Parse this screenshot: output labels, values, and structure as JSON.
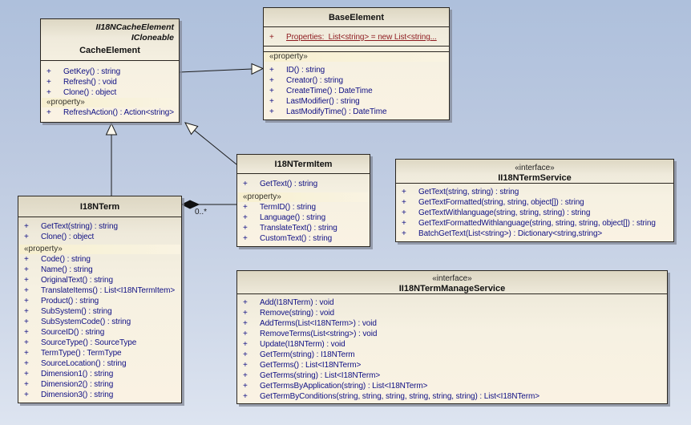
{
  "labels": {
    "interface_stereotype": "«interface»",
    "property_stereotype": "«property»",
    "public_marker": "+",
    "multiplicity": "0..*"
  },
  "colors": {
    "background_top": "#aec0dc",
    "background_bottom": "#dde4f0",
    "box_fill_top": "#ddd7c3",
    "box_fill_bottom": "#faf2e3",
    "property_band": "#f7efcf",
    "member_text": "#101084",
    "static_member_text": "#8e1a1f",
    "box_border": "#2a2620",
    "shadow": "#82879a"
  },
  "classes": {
    "cache_element": {
      "realized_interfaces": [
        "II18NCacheElement",
        "ICloneable"
      ],
      "name": "CacheElement",
      "operations": [
        "GetKey() : string",
        "Refresh() : void",
        "Clone() : object"
      ],
      "properties": [
        "RefreshAction() : Action<string>"
      ]
    },
    "base_element": {
      "name": "BaseElement",
      "static_attribute": "Properties:  List<string> = new List<string...",
      "properties": [
        "ID() : string",
        "Creator() : string",
        "CreateTime() : DateTime",
        "LastModifier() : string",
        "LastModifyTime() : DateTime"
      ]
    },
    "i18n_term_item": {
      "name": "I18NTermItem",
      "operations": [
        "GetText() : string"
      ],
      "properties": [
        "TermID() : string",
        "Language() : string",
        "TranslateText() : string",
        "CustomText() : string"
      ]
    },
    "i18n_term": {
      "name": "I18NTerm",
      "operations": [
        "GetText(string) : string",
        "Clone() : object"
      ],
      "properties": [
        "Code() : string",
        "Name() : string",
        "OriginalText() : string",
        "TranslateItems() : List<I18NTermItem>",
        "Product() : string",
        "SubSystem() : string",
        "SubSystemCode() : string",
        "SourceID() : string",
        "SourceType() : SourceType",
        "TermType() : TermType",
        "SourceLocation() : string",
        "Dimension1() : string",
        "Dimension2() : string",
        "Dimension3() : string"
      ]
    },
    "i18n_term_service": {
      "stereotype": "«interface»",
      "name": "II18NTermService",
      "operations": [
        "GetText(string, string) : string",
        "GetTextFormatted(string, string, object[]) : string",
        "GetTextWithlanguage(string, string, string) : string",
        "GetTextFormattedWithlanguage(string, string, string, object[]) : string",
        "BatchGetText(List<string>) : Dictionary<string,string>"
      ]
    },
    "i18n_term_manage_service": {
      "stereotype": "«interface»",
      "name": "II18NTermManageService",
      "operations": [
        "Add(I18NTerm) : void",
        "Remove(string) : void",
        "AddTerms(List<I18NTerm>) : void",
        "RemoveTerms(List<string>) : void",
        "Update(I18NTerm) : void",
        "GetTerm(string) : I18NTerm",
        "GetTerms() : List<I18NTerm>",
        "GetTerms(string) : List<I18NTerm>",
        "GetTermsByApplication(string) : List<I18NTerm>",
        "GetTermByConditions(string, string, string, string, string, string) : List<I18NTerm>"
      ]
    }
  },
  "relationships": [
    {
      "type": "generalization",
      "source": "CacheElement",
      "target": "BaseElement"
    },
    {
      "type": "generalization",
      "source": "I18NTerm",
      "target": "CacheElement"
    },
    {
      "type": "generalization",
      "source": "I18NTermItem",
      "target": "CacheElement"
    },
    {
      "type": "composition",
      "owner": "I18NTerm",
      "part": "I18NTermItem",
      "multiplicity": "0..*"
    }
  ]
}
